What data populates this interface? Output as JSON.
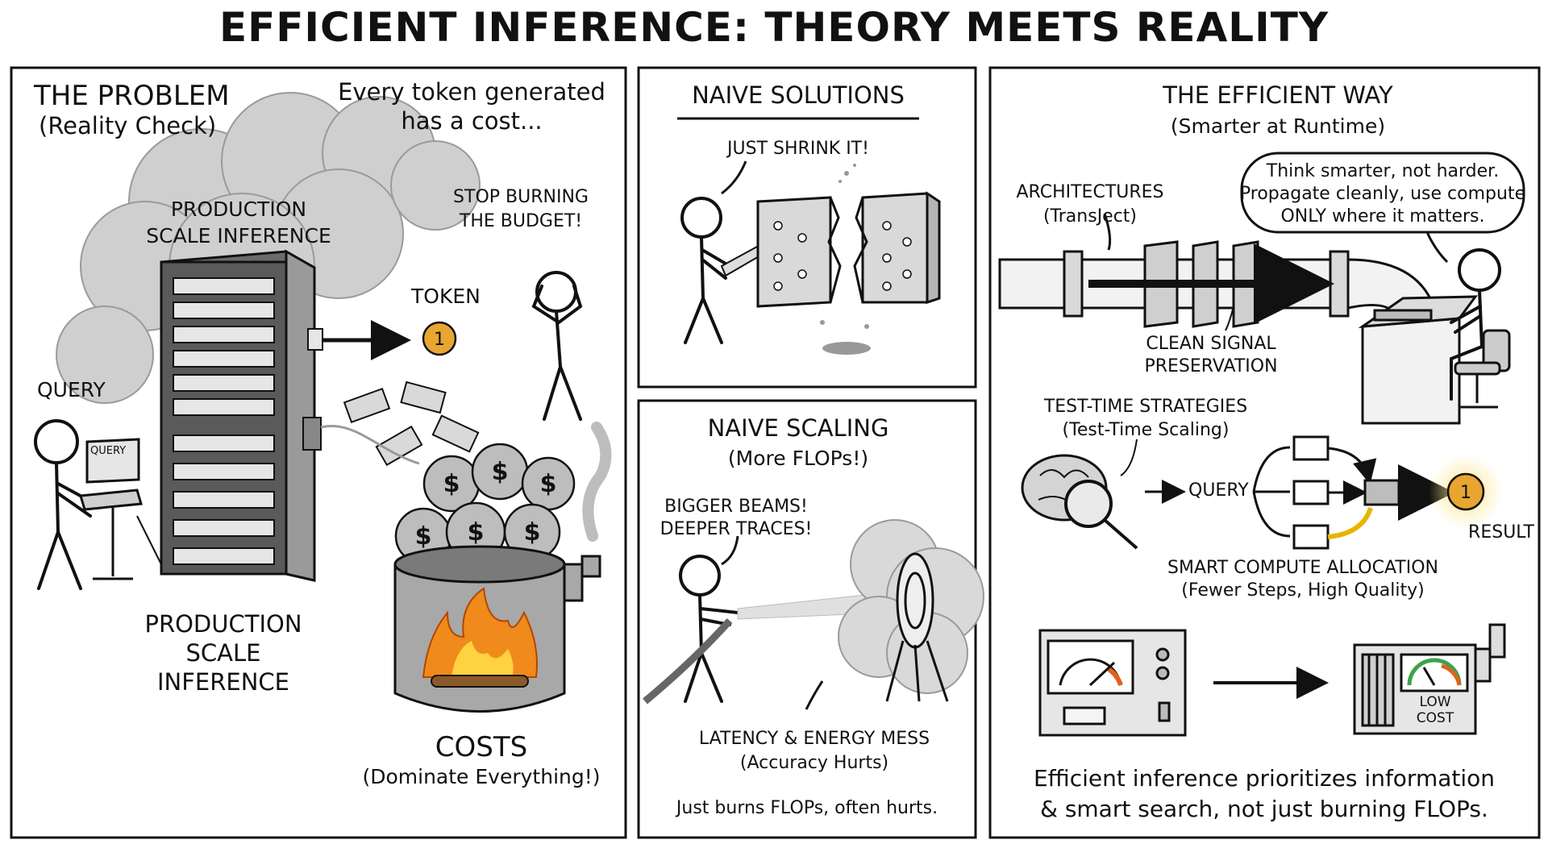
{
  "title": "EFFICIENT INFERENCE: THEORY MEETS REALITY",
  "problem": {
    "heading": "THE PROBLEM",
    "subheading": "(Reality Check)",
    "caption": [
      "Every token generated",
      "has a cost..."
    ],
    "cloud_label": [
      "PRODUCTION",
      "SCALE INFERENCE"
    ],
    "query_label": "QUERY",
    "screen_text": "QUERY",
    "token_label": "TOKEN",
    "shout": [
      "STOP BURNING",
      "THE BUDGET!"
    ],
    "server_label": [
      "PRODUCTION",
      "SCALE",
      "INFERENCE"
    ],
    "costs_label": "COSTS",
    "costs_sub": "(Dominate Everything!)"
  },
  "naive_solutions": {
    "heading": "NAIVE SOLUTIONS",
    "speech": "JUST SHRINK IT!"
  },
  "naive_scaling": {
    "heading": "NAIVE SCALING",
    "subheading": "(More FLOPs!)",
    "speech": [
      "BIGGER BEAMS!",
      "DEEPER TRACES!"
    ],
    "mess_label": "LATENCY & ENERGY MESS",
    "mess_sub": "(Accuracy Hurts)",
    "footer": "Just burns FLOPs, often hurts."
  },
  "efficient": {
    "heading": "THE EFFICIENT WAY",
    "subheading": "(Smarter at Runtime)",
    "arch_label": "ARCHITECTURES",
    "arch_sub": "(TransJect)",
    "speech": [
      "Think smarter, not harder.",
      "Propagate cleanly, use compute",
      "ONLY where it matters."
    ],
    "signal_label": [
      "CLEAN SIGNAL",
      "PRESERVATION"
    ],
    "tts_label": "TEST-TIME STRATEGIES",
    "tts_sub": "(Test-Time Scaling)",
    "query_label": "QUERY",
    "result_label": "RESULT",
    "alloc_label": "SMART COMPUTE ALLOCATION",
    "alloc_sub": "(Fewer Steps, High Quality)",
    "low_cost": [
      "LOW",
      "COST"
    ],
    "footer": [
      "Efficient inference prioritizes information",
      "& smart search, not just burning FLOPs."
    ]
  },
  "colors": {
    "ink": "#111111",
    "cloud": "#c9c9c9",
    "coin": "#e8a531",
    "fire": "#f08a1c",
    "fire_core": "#ffd23f",
    "glow": "#fde68a"
  }
}
